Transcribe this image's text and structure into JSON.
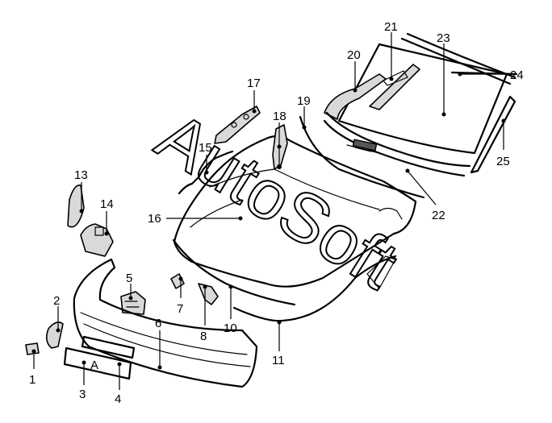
{
  "watermark": "AutoSoft",
  "callouts": [
    "1",
    "2",
    "3",
    "4",
    "5",
    "6",
    "7",
    "8",
    "10",
    "11",
    "13",
    "14",
    "15",
    "16",
    "17",
    "18",
    "19",
    "20",
    "21",
    "22",
    "23",
    "24",
    "25"
  ],
  "plate_letter": "A",
  "colors": {
    "ink": "#000000",
    "paper": "#ffffff",
    "shade": "#d9d9d9"
  }
}
